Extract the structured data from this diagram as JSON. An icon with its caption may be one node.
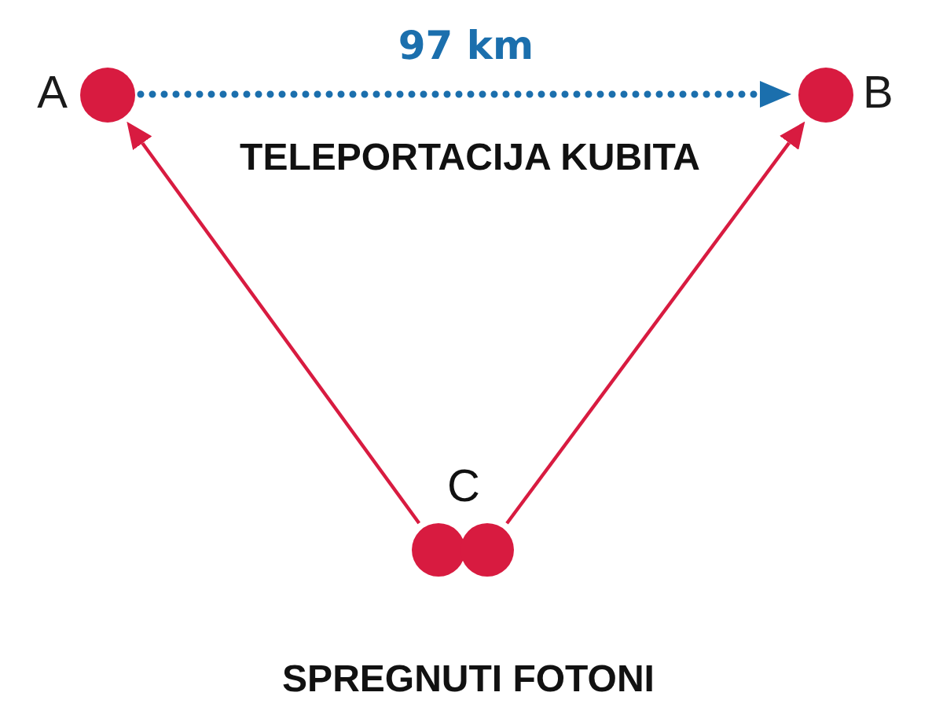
{
  "diagram": {
    "nodes": [
      {
        "text": [],
        "shape": "circle",
        "beside": [
          "A"
        ]
      },
      {
        "text": [],
        "shape": "circle",
        "beside": [
          "B"
        ]
      },
      {
        "text": [],
        "shape": "circle"
      },
      {
        "text": [],
        "shape": "circle"
      }
    ],
    "edges": [
      {
        "from": 0,
        "to": 1,
        "arrow": "to",
        "label": "97 km",
        "style": "dashed",
        "color": "#1b6fad"
      },
      {
        "from": 2,
        "to": 0,
        "arrow": "to"
      },
      {
        "from": 3,
        "to": 1,
        "arrow": "to"
      }
    ],
    "labels": [
      "TELEPORTACIJA KUBITA",
      "C",
      "SPREGNUTI FOTONI"
    ]
  }
}
